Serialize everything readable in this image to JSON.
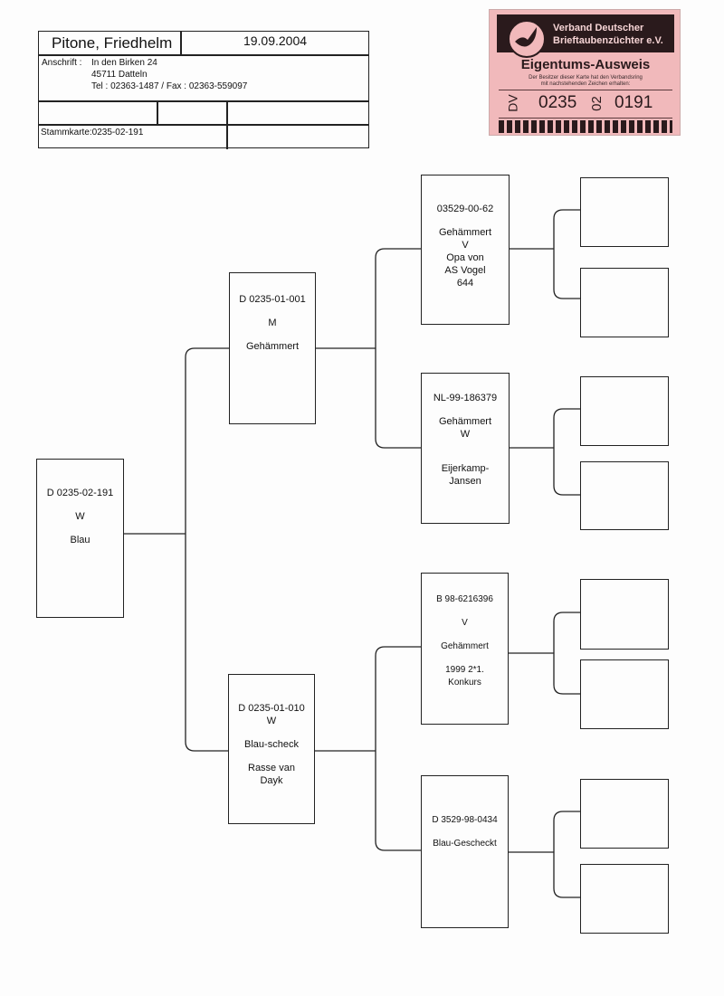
{
  "header": {
    "owner_name": "Pitone, Friedhelm",
    "date": "19.09.2004",
    "address_label": "Anschrift :",
    "address_lines": [
      "In den Birken 24",
      "45711 Datteln",
      "Tel : 02363-1487  /  Fax : 02363-559097"
    ],
    "stammkarte": "Stammkarte:0235-02-191"
  },
  "stamp": {
    "org_line1": "Verband Deutscher",
    "org_line2": "Brieftaubenzüchter e.V.",
    "title": "Eigentums-Ausweis",
    "note_line1": "Der Besitzer dieser Karte hat den Verbandsring",
    "note_line2": "mit nachstehenden Zeichen erhalten:",
    "ring_prefix": "DV",
    "ring_club": "0235",
    "ring_year": "02",
    "ring_number": "0191",
    "color": "#f1b9bb"
  },
  "pedigree": {
    "subject": {
      "ring": "D 0235-02-191",
      "sex": "W",
      "color": "Blau"
    },
    "sire": {
      "ring": "D 0235-01-001",
      "sex": "M",
      "color": "Gehämmert"
    },
    "dam": {
      "ring": "D 0235-01-010",
      "sex": "W",
      "color": "Blau-scheck",
      "note": "Rasse van\nDayk"
    },
    "sire_sire": {
      "ring": "03529-00-62",
      "color": "Gehämmert",
      "sex": "V",
      "note": "Opa von\nAS Vogel\n644"
    },
    "sire_dam": {
      "ring": "NL-99-186379",
      "color": "Gehämmert",
      "sex": "W",
      "note": "Eijerkamp-\nJansen"
    },
    "dam_sire": {
      "ring": "B  98-6216396",
      "sex": "V",
      "color": "Gehämmert",
      "note": "1999  2*1.\nKonkurs"
    },
    "dam_dam": {
      "ring": "D  3529-98-0434",
      "color": "Blau-Gescheckt"
    }
  }
}
